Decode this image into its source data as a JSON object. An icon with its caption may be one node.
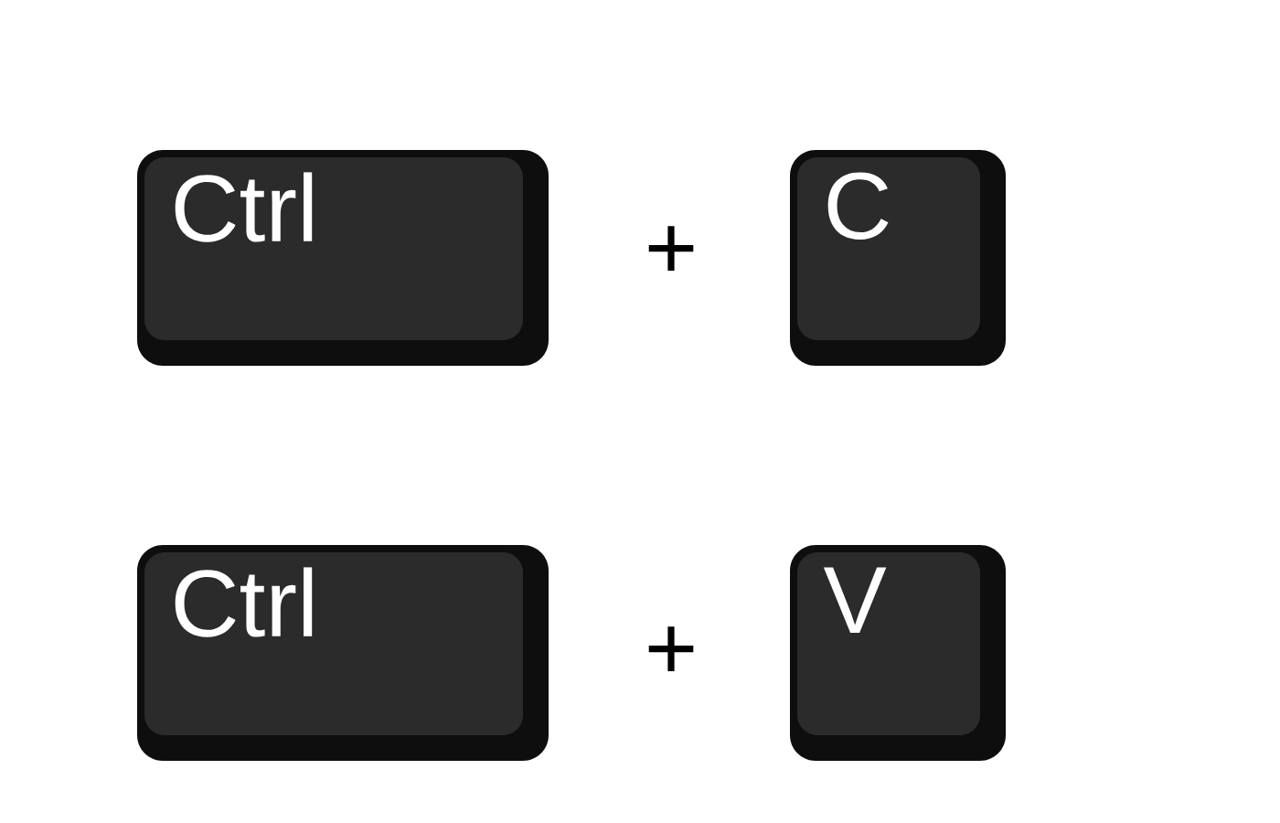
{
  "diagram": {
    "nodes": [
      {
        "text": [
          "Ctrl"
        ]
      },
      {
        "text": [
          "C"
        ]
      },
      {
        "text": [
          "Ctrl"
        ]
      },
      {
        "text": [
          "V"
        ]
      }
    ],
    "labels": [
      "+",
      "+"
    ]
  }
}
